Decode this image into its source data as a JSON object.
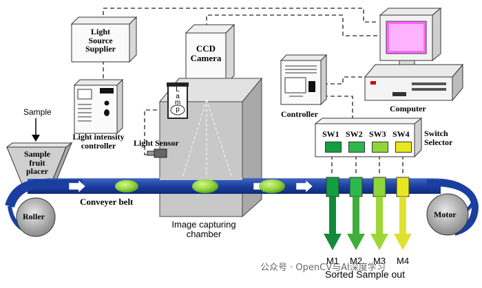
{
  "labels": {
    "light_source": [
      "Light",
      "Source",
      "Supplier"
    ],
    "ccd_camera": [
      "CCD",
      "Camera"
    ],
    "lamp": [
      "L",
      "a",
      "m",
      "p"
    ],
    "computer": "Computer",
    "controller": "Controller",
    "switch_selector": [
      "Switch",
      "Selector"
    ],
    "light_intensity_controller": [
      "Light intensity",
      "controller"
    ],
    "light_sensor": "Light Sensor",
    "sample": "Sample",
    "sample_fruit_placer": [
      "Sample",
      "fruit",
      "placer"
    ],
    "conveyer_belt": "Conveyer belt",
    "roller": "Roller",
    "motor": "Motor",
    "image_capturing_chamber": [
      "Image capturing",
      "chamber"
    ],
    "sorted_sample_out": "Sorted Sample out"
  },
  "switches": [
    {
      "label": "SW1",
      "color": "#10a040"
    },
    {
      "label": "SW2",
      "color": "#2cb84a"
    },
    {
      "label": "SW3",
      "color": "#8fd63c"
    },
    {
      "label": "SW4",
      "color": "#e8e820"
    }
  ],
  "outputs": [
    {
      "label": "M1",
      "color": "#138a3a"
    },
    {
      "label": "M2",
      "color": "#3fae3a"
    },
    {
      "label": "M3",
      "color": "#9ed638"
    },
    {
      "label": "M4",
      "color": "#e0e030"
    }
  ],
  "watermark": "公众号 · OpenCV与AI深度学习",
  "colors": {
    "belt": "#1b3fa0",
    "belt_light": "#5a78c8",
    "fruit": "#8ed33a",
    "chamber": "#c8c8c8"
  }
}
